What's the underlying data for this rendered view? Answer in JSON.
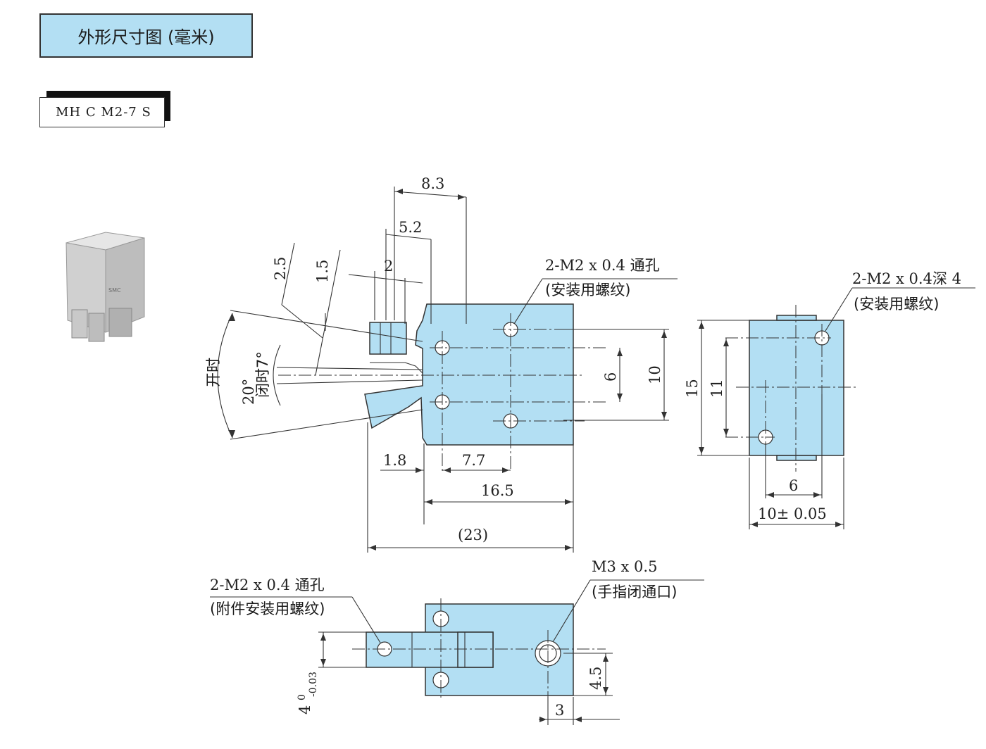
{
  "title": "外形尺寸图 (毫米)",
  "model": "MH C M2-7 S",
  "product_photo": {
    "icon": "gripper-photo-icon",
    "logo_text": "SMC"
  },
  "front_view": {
    "dims": {
      "d8_3": "8.3",
      "d5_2": "5.2",
      "d2": "2",
      "d2_5": "2.5",
      "d1_5": "1.5",
      "d6": "6",
      "d10": "10",
      "d1_8": "1.8",
      "d7_7": "7.7",
      "d16_5": "16.5",
      "d23": "(23)"
    },
    "open_label": "开时",
    "open_angle": "20°",
    "close_label": "闭时7°",
    "callout_line1": "2-M2 x 0.4 通孔",
    "callout_line2": "(安装用螺纹)"
  },
  "side_view": {
    "dims": {
      "d15": "15",
      "d11": "11",
      "d6": "6",
      "d10": "10± 0.05"
    },
    "callout_line1": "2-M2 x 0.4深 4",
    "callout_line2": "(安装用螺纹)"
  },
  "bottom_view": {
    "dims": {
      "d4": "4",
      "d4_sup": "0",
      "d4_sub": "-0.03",
      "d4_5": "4.5",
      "d3": "3"
    },
    "callout_left_line1": "2-M2 x 0.4 通孔",
    "callout_left_line2": "(附件安装用螺纹)",
    "callout_right_line1": "M3 x 0.5",
    "callout_right_line2": "(手指闭通口)"
  },
  "colors": {
    "body_fill": "#b3dff3",
    "line": "#333333"
  }
}
